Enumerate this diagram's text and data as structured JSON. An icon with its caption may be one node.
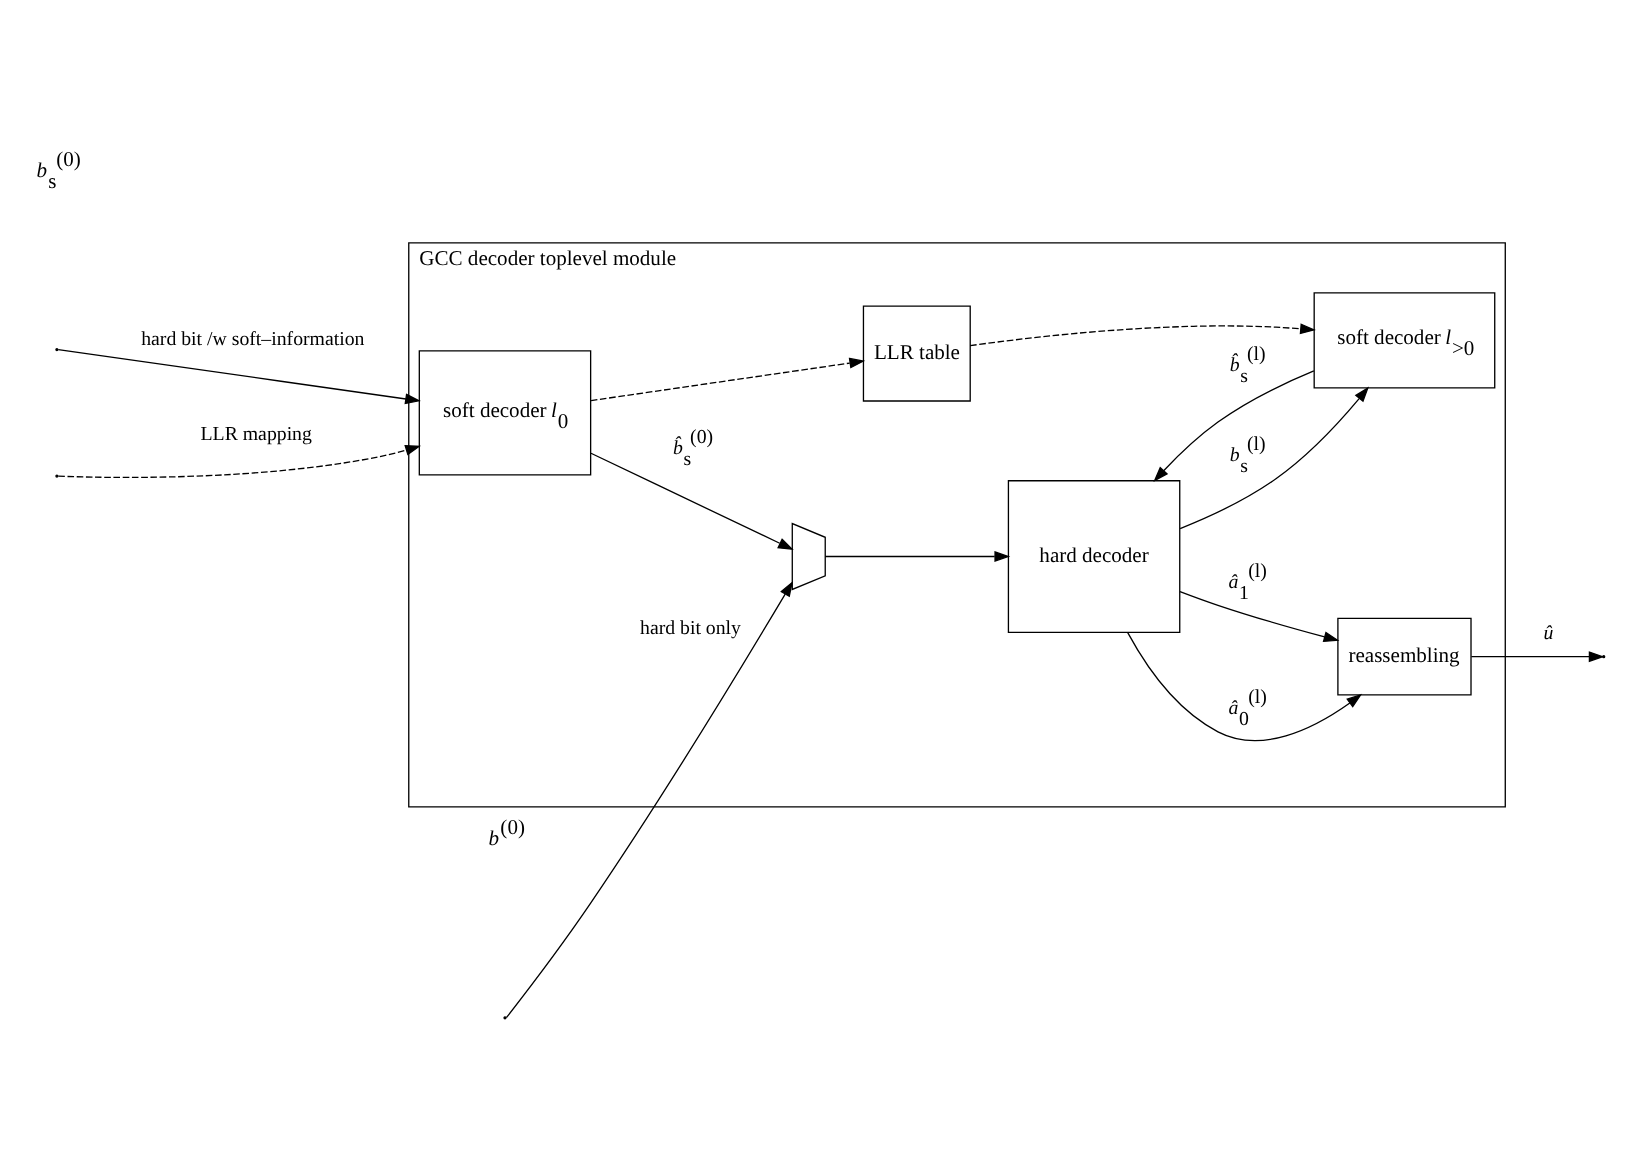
{
  "diagram": {
    "nodes": [
      {
        "text": [
          "GCC decoder toplevel module"
        ]
      },
      {
        "text": [],
        "shape": "trapezoid",
        "in": 0
      },
      {
        "text": [
          "hard decoder"
        ],
        "in": 0
      },
      {
        "text": [
          "reassembling"
        ],
        "in": 0
      },
      {
        "text": [
          "soft decoder *l*$_{0}$"
        ],
        "in": 0
      },
      {
        "text": [
          "LLR table"
        ],
        "in": 0
      },
      {
        "text": [
          "soft decoder *l*$_{>0}$"
        ],
        "in": 0
      }
    ],
    "edges": [
      {
        "from": null,
        "to": 1,
        "arrow": "to",
        "label": "hard bit only"
      },
      {
        "from": null,
        "to": 4,
        "arrow": "to",
        "label": "hard bit /w soft–information"
      },
      {
        "from": null,
        "to": 4,
        "arrow": "to",
        "label": "LLR mapping",
        "style": "dashed"
      },
      {
        "from": 4,
        "to": 1,
        "arrow": "to",
        "label": "*b̂*$_{s}$$^{(0)}$"
      },
      {
        "from": 1,
        "to": 2,
        "arrow": "to"
      },
      {
        "from": 2,
        "to": 3,
        "arrow": "to",
        "label": "*â*$_{0}$$^{(l)}$"
      },
      {
        "from": 2,
        "to": 3,
        "arrow": "to",
        "label": "*â*$_{1}$$^{(l)}$"
      },
      {
        "from": 3,
        "to": null,
        "arrow": "to",
        "label": "*û*"
      },
      {
        "from": 4,
        "to": 5,
        "arrow": "to",
        "style": "dashed"
      },
      {
        "from": 5,
        "to": 6,
        "arrow": "to",
        "style": "dashed"
      },
      {
        "from": 2,
        "to": 6,
        "arrow": "to",
        "label": "*b*$_{s}$$^{(l)}$"
      },
      {
        "from": 6,
        "to": 2,
        "arrow": "to",
        "label": "*b̂*$_{s}$$^{(l)}$"
      }
    ],
    "labels": [
      "*b*$^{(0)}$",
      "*b*$_{s}$$^{(0)}$"
    ]
  }
}
